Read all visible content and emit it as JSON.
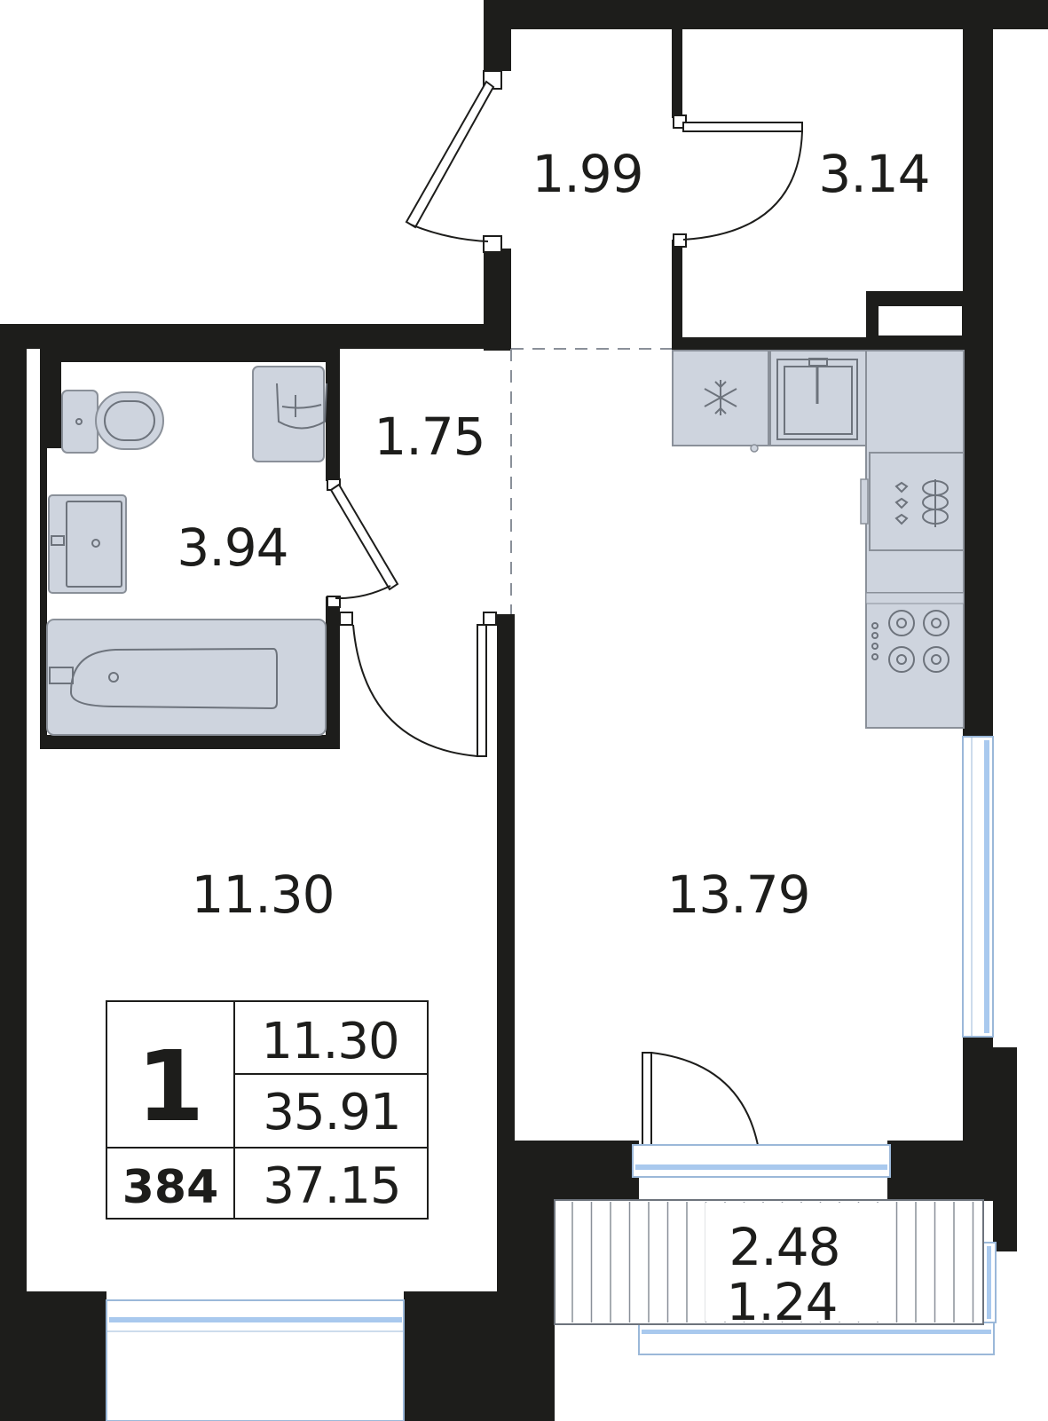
{
  "plan": {
    "rooms": [
      {
        "id": "vestibule",
        "area": "1.99"
      },
      {
        "id": "storage",
        "area": "3.14"
      },
      {
        "id": "hallway",
        "area": "1.75"
      },
      {
        "id": "bathroom",
        "area": "3.94"
      },
      {
        "id": "bedroom",
        "area": "11.30"
      },
      {
        "id": "kitchen-living",
        "area": "13.79"
      }
    ],
    "balcony": {
      "area": "2.48",
      "reduced_area": "1.24"
    }
  },
  "info_box": {
    "rooms_count": "1",
    "apartment_number": "384",
    "living_area": "11.30",
    "total_area": "35.91",
    "total_area_with_balcony": "37.15"
  },
  "colors": {
    "wall": "#1d1d1b",
    "fixture": "#ced4de",
    "window": "#a9c9ee"
  }
}
